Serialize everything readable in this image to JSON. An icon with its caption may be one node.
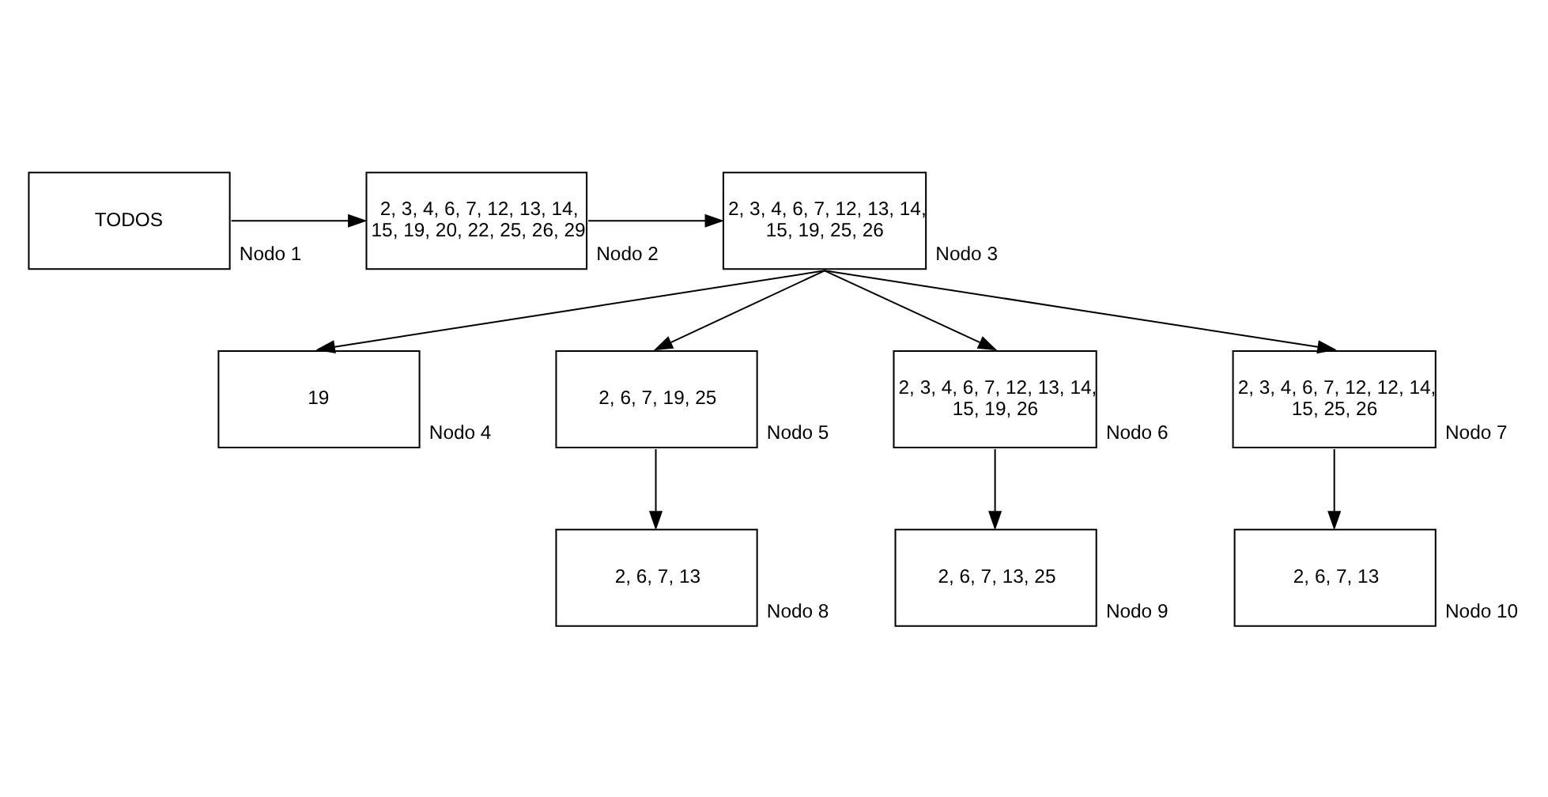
{
  "diagram": {
    "nodes": [
      {
        "text": [
          "TODOS"
        ],
        "beside": [
          "Nodo 1"
        ]
      },
      {
        "text": [
          "2, 3, 4, 6, 7, 12, 13, 14, 15, 19, 20, 22, 25, 26, 29"
        ],
        "beside": [
          "Nodo 2"
        ]
      },
      {
        "text": [
          "2, 3, 4, 6, 7, 12, 13, 14, 15, 19, 25, 26"
        ],
        "beside": [
          "Nodo 3"
        ]
      },
      {
        "text": [
          "19"
        ],
        "beside": [
          "Nodo 4"
        ]
      },
      {
        "text": [
          "2, 6, 7, 19, 25"
        ],
        "beside": [
          "Nodo 5"
        ]
      },
      {
        "text": [
          "2, 3, 4, 6, 7, 12, 13, 14, 15, 19, 26"
        ],
        "beside": [
          "Nodo 6"
        ]
      },
      {
        "text": [
          "2, 3, 4, 6, 7, 12, 12, 14, 15, 25, 26"
        ],
        "beside": [
          "Nodo 7"
        ]
      },
      {
        "text": [
          "2, 6, 7, 13"
        ],
        "beside": [
          "Nodo 8"
        ]
      },
      {
        "text": [
          "2, 6, 7, 13, 25"
        ],
        "beside": [
          "Nodo 9"
        ]
      },
      {
        "text": [
          "2, 6, 7, 13"
        ],
        "beside": [
          "Nodo 10"
        ]
      }
    ],
    "edges": [
      {
        "from": 0,
        "to": 1,
        "arrow": "to"
      },
      {
        "from": 1,
        "to": 2,
        "arrow": "to"
      },
      {
        "from": 2,
        "to": 3,
        "arrow": "to"
      },
      {
        "from": 2,
        "to": 4,
        "arrow": "to"
      },
      {
        "from": 2,
        "to": 5,
        "arrow": "to"
      },
      {
        "from": 2,
        "to": 6,
        "arrow": "to"
      },
      {
        "from": 4,
        "to": 7,
        "arrow": "to"
      },
      {
        "from": 5,
        "to": 8,
        "arrow": "to"
      },
      {
        "from": 6,
        "to": 9,
        "arrow": "to"
      }
    ]
  }
}
